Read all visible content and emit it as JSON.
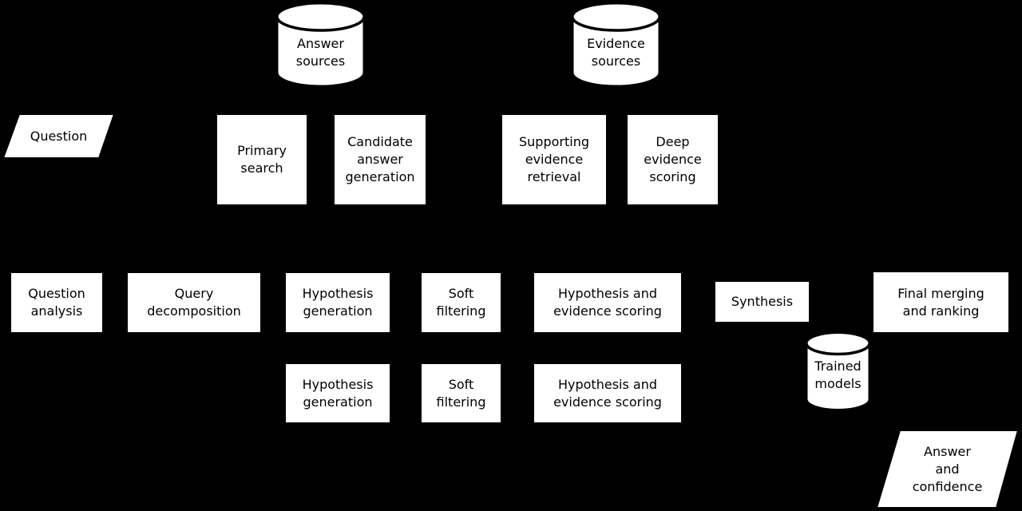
{
  "colors": {
    "background": "#000000",
    "shape_fill": "#ffffff",
    "shape_outline": "#000000",
    "text": "#000000"
  },
  "nodes": {
    "answer_sources": {
      "shape": "cylinder",
      "label": "Answer\nsources"
    },
    "evidence_sources": {
      "shape": "cylinder",
      "label": "Evidence\nsources"
    },
    "question": {
      "shape": "parallelogram",
      "label": "Question"
    },
    "primary_search": {
      "shape": "rect",
      "label": "Primary\nsearch"
    },
    "candidate_answer_generation": {
      "shape": "rect",
      "label": "Candidate\nanswer\ngeneration"
    },
    "supporting_evidence_retrieval": {
      "shape": "rect",
      "label": "Supporting\nevidence\nretrieval"
    },
    "deep_evidence_scoring": {
      "shape": "rect",
      "label": "Deep\nevidence\nscoring"
    },
    "question_analysis": {
      "shape": "rect",
      "label": "Question\nanalysis"
    },
    "query_decomposition": {
      "shape": "rect",
      "label": "Query\ndecomposition"
    },
    "hypothesis_generation_1": {
      "shape": "rect",
      "label": "Hypothesis\ngeneration"
    },
    "soft_filtering_1": {
      "shape": "rect",
      "label": "Soft\nfiltering"
    },
    "hypothesis_evidence_scoring_1": {
      "shape": "rect",
      "label": "Hypothesis and\nevidence scoring"
    },
    "synthesis": {
      "shape": "rect",
      "label": "Synthesis"
    },
    "final_merging_ranking": {
      "shape": "rect",
      "label": "Final merging\nand ranking"
    },
    "hypothesis_generation_2": {
      "shape": "rect",
      "label": "Hypothesis\ngeneration"
    },
    "soft_filtering_2": {
      "shape": "rect",
      "label": "Soft\nfiltering"
    },
    "hypothesis_evidence_scoring_2": {
      "shape": "rect",
      "label": "Hypothesis and\nevidence scoring"
    },
    "trained_models": {
      "shape": "cylinder",
      "label": "Trained\nmodels"
    },
    "answer_confidence": {
      "shape": "parallelogram",
      "label": "Answer\nand\nconfidence"
    }
  }
}
